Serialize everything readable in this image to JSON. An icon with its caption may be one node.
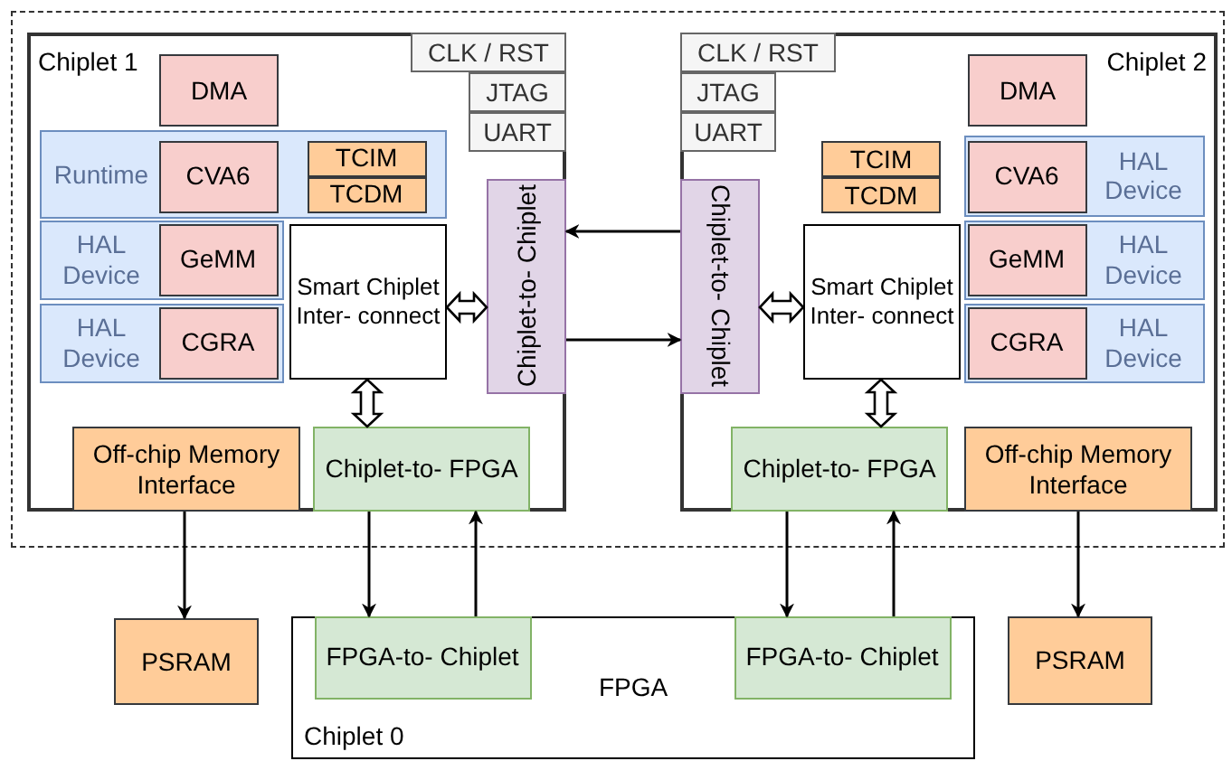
{
  "diagram": {
    "nodes": [
      {
        "text": [
          "Chiplet 1"
        ]
      },
      {
        "text": [
          "DMA"
        ],
        "in": 0
      },
      {
        "text": [
          "CLK / RST"
        ],
        "in": 0
      },
      {
        "text": [
          "JTAG"
        ],
        "in": 0
      },
      {
        "text": [
          "UART"
        ],
        "in": 0
      },
      {
        "text": [
          "Runtime"
        ],
        "in": 0
      },
      {
        "text": [
          "CVA6"
        ],
        "in": 5
      },
      {
        "text": [
          "TCIM"
        ],
        "in": 5
      },
      {
        "text": [
          "TCDM"
        ],
        "in": 5
      },
      {
        "text": [
          "HAL Device"
        ],
        "in": 0
      },
      {
        "text": [
          "GeMM"
        ],
        "in": 9
      },
      {
        "text": [
          "HAL Device"
        ],
        "in": 0
      },
      {
        "text": [
          "CGRA"
        ],
        "in": 11
      },
      {
        "text": [
          "Smart Chiplet Inter- connect"
        ],
        "in": 0
      },
      {
        "text": [
          "Chiplet-to- Chiplet"
        ],
        "in": 0
      },
      {
        "text": [
          "Off-chip Memory Interface"
        ],
        "in": 0
      },
      {
        "text": [
          "Chiplet-to- FPGA"
        ],
        "in": 0
      },
      {
        "text": [
          "Chiplet 2"
        ]
      },
      {
        "text": [
          "CLK / RST"
        ],
        "in": 17
      },
      {
        "text": [
          "JTAG"
        ],
        "in": 17
      },
      {
        "text": [
          "UART"
        ],
        "in": 17
      },
      {
        "text": [
          "DMA"
        ],
        "in": 17
      },
      {
        "text": [
          "TCIM"
        ],
        "in": 17
      },
      {
        "text": [
          "TCDM"
        ],
        "in": 17
      },
      {
        "text": [
          "HAL Device"
        ],
        "in": 17
      },
      {
        "text": [
          "CVA6"
        ],
        "in": 24
      },
      {
        "text": [
          "HAL Device"
        ],
        "in": 17
      },
      {
        "text": [
          "GeMM"
        ],
        "in": 26
      },
      {
        "text": [
          "HAL Device"
        ],
        "in": 17
      },
      {
        "text": [
          "CGRA"
        ],
        "in": 28
      },
      {
        "text": [
          "Smart Chiplet Inter- connect"
        ],
        "in": 17
      },
      {
        "text": [
          "Chiplet-to- Chiplet"
        ],
        "in": 17
      },
      {
        "text": [
          "Chiplet-to- FPGA"
        ],
        "in": 17
      },
      {
        "text": [
          "Off-chip Memory Interface"
        ],
        "in": 17
      },
      {
        "text": [
          "PSRAM"
        ]
      },
      {
        "text": [
          "FPGA",
          "Chiplet 0"
        ]
      },
      {
        "text": [
          "FPGA-to- Chiplet"
        ],
        "in": 35
      },
      {
        "text": [
          "FPGA-to- Chiplet"
        ],
        "in": 35
      },
      {
        "text": [
          "PSRAM"
        ]
      }
    ],
    "edges": [
      {
        "from": 31,
        "to": 14,
        "arrow": "to"
      },
      {
        "from": 14,
        "to": 31,
        "arrow": "to"
      },
      {
        "from": 13,
        "to": 14,
        "arrow": "both",
        "style": "thick"
      },
      {
        "from": 13,
        "to": 16,
        "arrow": "both",
        "style": "thick"
      },
      {
        "from": 15,
        "to": 34,
        "arrow": "to"
      },
      {
        "from": 16,
        "to": 36,
        "arrow": "to"
      },
      {
        "from": 36,
        "to": 16,
        "arrow": "to"
      },
      {
        "from": 30,
        "to": 31,
        "arrow": "both",
        "style": "thick"
      },
      {
        "from": 30,
        "to": 32,
        "arrow": "both",
        "style": "thick"
      },
      {
        "from": 32,
        "to": 37,
        "arrow": "to"
      },
      {
        "from": 37,
        "to": 32,
        "arrow": "to"
      },
      {
        "from": 33,
        "to": 38,
        "arrow": "to"
      }
    ]
  }
}
